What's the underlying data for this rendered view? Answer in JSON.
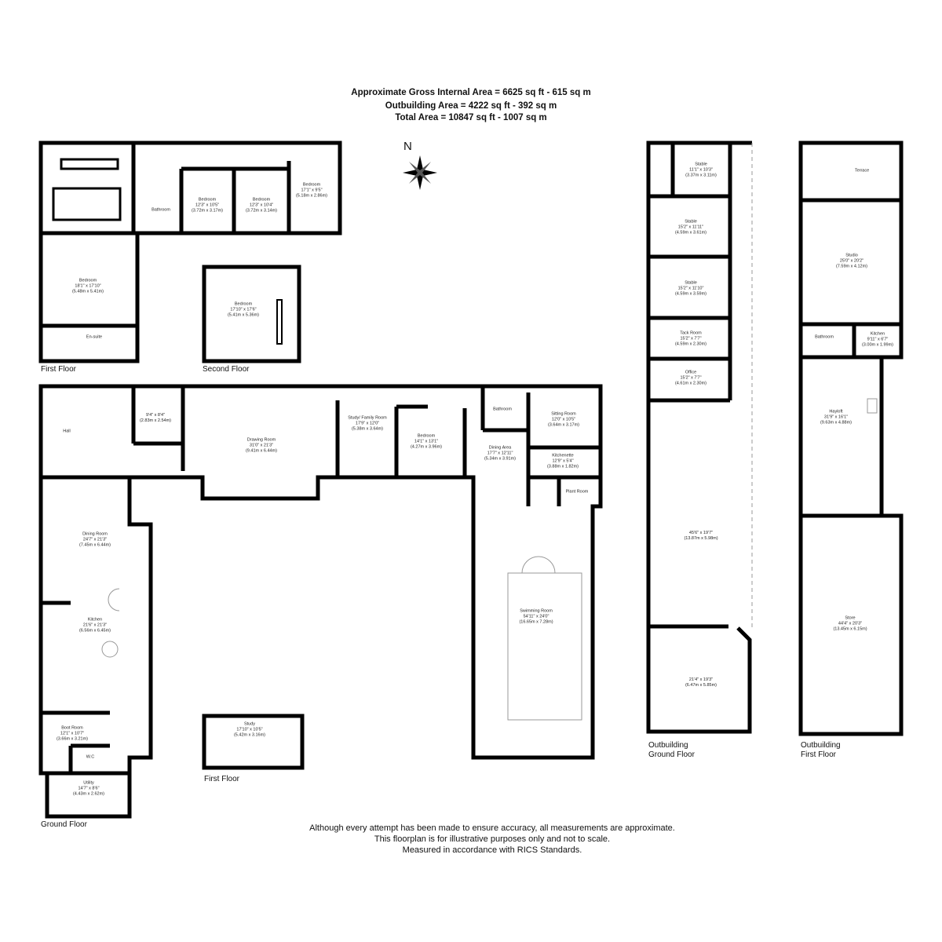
{
  "header": {
    "gross_internal": "Approximate Gross Internal Area = 6625 sq ft - 615 sq m",
    "outbuilding": "Outbuilding Area = 4222 sq ft - 392 sq m",
    "total": "Total Area = 10847 sq ft - 1007 sq m"
  },
  "compass": {
    "label": "N"
  },
  "floor_labels": {
    "first_floor": "First Floor",
    "second_floor": "Second Floor",
    "ground_floor": "Ground Floor",
    "study_first_floor": "First Floor",
    "outbuilding_ground": [
      "Outbuilding",
      "Ground Floor"
    ],
    "outbuilding_first": [
      "Outbuilding",
      "First Floor"
    ]
  },
  "rooms": [
    {
      "name": "Bathroom",
      "imperial": "",
      "metric": ""
    },
    {
      "name": "Bedroom",
      "imperial": "12'3\" x 10'5\"",
      "metric": "(3.72m x 3.17m)"
    },
    {
      "name": "Bedroom",
      "imperial": "12'3\" x 10'4\"",
      "metric": "(3.72m x 3.14m)"
    },
    {
      "name": "Bedroom",
      "imperial": "17'1\" x 9'5\"",
      "metric": "(5.18m x 2.86m)"
    },
    {
      "name": "Bedroom",
      "imperial": "18'1\" x 17'10\"",
      "metric": "(5.48m x 5.41m)"
    },
    {
      "name": "En-suite",
      "imperial": "",
      "metric": ""
    },
    {
      "name": "Bedroom",
      "imperial": "17'10\" x 17'6\"",
      "metric": "(5.41m x 5.36m)"
    },
    {
      "name": "",
      "imperial": "9'4\" x 8'4\"",
      "metric": "(2.83m x 2.54m)"
    },
    {
      "name": "Hall",
      "imperial": "",
      "metric": ""
    },
    {
      "name": "Drawing Room",
      "imperial": "31'0\" x 21'3\"",
      "metric": "(9.41m x 6.44m)"
    },
    {
      "name": "Study/ Family Room",
      "imperial": "17'9\" x 12'0\"",
      "metric": "(5.38m x 3.64m)"
    },
    {
      "name": "Bedroom",
      "imperial": "14'1\" x 13'1\"",
      "metric": "(4.27m x 3.96m)"
    },
    {
      "name": "Bathroom",
      "imperial": "",
      "metric": ""
    },
    {
      "name": "Sitting Room",
      "imperial": "12'0\" x 10'5\"",
      "metric": "(3.64m x 3.17m)"
    },
    {
      "name": "Dining Area",
      "imperial": "17'7\" x 12'11\"",
      "metric": "(5.34m x 3.91m)"
    },
    {
      "name": "Kitchenette",
      "imperial": "12'9\" x 5'4\"",
      "metric": "(3.88m x 1.82m)"
    },
    {
      "name": "Plant Room",
      "imperial": "",
      "metric": ""
    },
    {
      "name": "Dining Room",
      "imperial": "24'7\" x 21'3\"",
      "metric": "(7.45m x 6.44m)"
    },
    {
      "name": "Kitchen",
      "imperial": "21'6\" x 21'3\"",
      "metric": "(6.56m x 6.45m)"
    },
    {
      "name": "Swimming Room",
      "imperial": "54'11\" x 24'0\"",
      "metric": "(16.65m x 7.28m)"
    },
    {
      "name": "Boot Room",
      "imperial": "12'1\" x 10'7\"",
      "metric": "(3.66m x 3.21m)"
    },
    {
      "name": "W.C",
      "imperial": "",
      "metric": ""
    },
    {
      "name": "Utility",
      "imperial": "14'7\" x 8'6\"",
      "metric": "(4.43m x 2.62m)"
    },
    {
      "name": "Study",
      "imperial": "17'10\" x 10'5\"",
      "metric": "(5.42m x 3.16m)"
    },
    {
      "name": "Stable",
      "imperial": "11'1\" x 10'3\"",
      "metric": "(3.37m x 3.11m)"
    },
    {
      "name": "Stable",
      "imperial": "15'2\" x 11'11\"",
      "metric": "(4.59m x 3.61m)"
    },
    {
      "name": "Stable",
      "imperial": "15'2\" x 11'10\"",
      "metric": "(4.59m x 3.59m)"
    },
    {
      "name": "Tack Room",
      "imperial": "15'2\" x 7'7\"",
      "metric": "(4.59m x 2.30m)"
    },
    {
      "name": "Office",
      "imperial": "15'2\" x 7'7\"",
      "metric": "(4.61m x 2.30m)"
    },
    {
      "name": "",
      "imperial": "45'6\" x 19'7\"",
      "metric": "(13.87m x 5.98m)"
    },
    {
      "name": "",
      "imperial": "21'4\" x 19'3\"",
      "metric": "(6.47m x 5.85m)"
    },
    {
      "name": "Terrace",
      "imperial": "",
      "metric": ""
    },
    {
      "name": "Studio",
      "imperial": "25'0\" x 20'2\"",
      "metric": "(7.59m x 4.12m)"
    },
    {
      "name": "Bathroom",
      "imperial": "",
      "metric": ""
    },
    {
      "name": "Kitchen",
      "imperial": "9'11\" x 6'7\"",
      "metric": "(3.00m x 1.99m)"
    },
    {
      "name": "Hayloft",
      "imperial": "31'9\" x 16'1\"",
      "metric": "(9.63m x 4.88m)"
    },
    {
      "name": "Store",
      "imperial": "44'4\" x 20'3\"",
      "metric": "(13.45m x 6.15m)"
    }
  ],
  "footer": {
    "line1": "Although every attempt has been made to ensure accuracy, all measurements are approximate.",
    "line2": "This floorplan is for illustrative purposes only and not to scale.",
    "line3": "Measured in accordance with RICS Standards."
  }
}
